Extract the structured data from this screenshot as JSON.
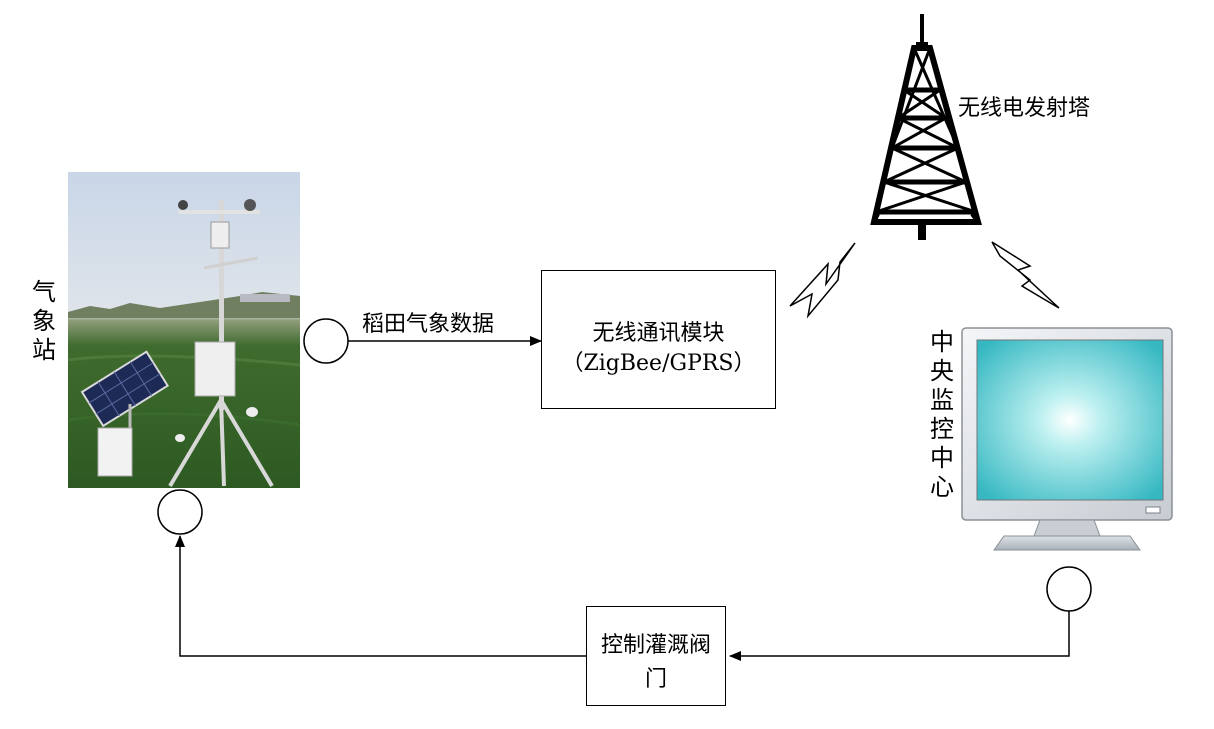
{
  "weather_station": {
    "label_chars": [
      "气",
      "象",
      "站"
    ]
  },
  "data_flow_label": "稻田气象数据",
  "wireless_module": {
    "line1": "无线通讯模块",
    "line2": "（ZigBee/GPRS）"
  },
  "tower": {
    "label": "无线电发射塔"
  },
  "monitor_center": {
    "label_chars": [
      "中",
      "央",
      "监",
      "控",
      "中",
      "心"
    ]
  },
  "valve": {
    "line1": "控制灌溉阀",
    "line2": "门"
  }
}
